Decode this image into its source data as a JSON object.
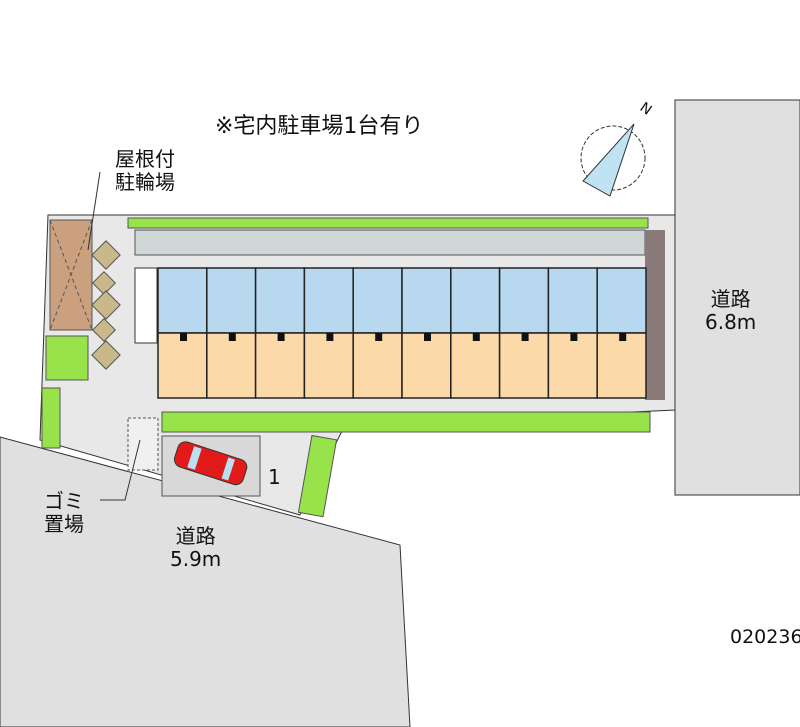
{
  "notes": {
    "parking_note": "※宅内駐車場1台有り"
  },
  "labels": {
    "bike_parking_line1": "屋根付",
    "bike_parking_line2": "駐輪場",
    "garbage_line1": "ゴミ",
    "garbage_line2": "置場",
    "road_east_name": "道路",
    "road_east_width": "6.8m",
    "road_south_name": "道路",
    "road_south_width": "5.9m",
    "parking_space_number": "1",
    "compass_north": "N"
  },
  "property_code": "020236",
  "building": {
    "unit_count": 10
  },
  "colors": {
    "road": "#e0e0e0",
    "green": "#99e34a",
    "unit_wet": "#b8d8f0",
    "unit_room": "#fbd9a8",
    "car": "#e31a1a",
    "roof": "#caa07e"
  }
}
